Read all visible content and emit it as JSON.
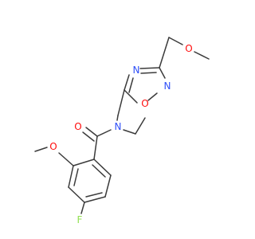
{
  "molecule": {
    "colors": {
      "bond": "#3b3b3b",
      "O": "#ff0d0d",
      "N": "#3050f8",
      "F": "#90e050",
      "background": "#ffffff"
    },
    "atoms": {
      "o_methoxy_top": "O",
      "n_ring_upper": "N",
      "n_ring_right": "N",
      "o_ring": "O",
      "n_amide": "N",
      "o_carbonyl": "O",
      "o_methoxy_aryl": "O",
      "f": "F"
    }
  }
}
